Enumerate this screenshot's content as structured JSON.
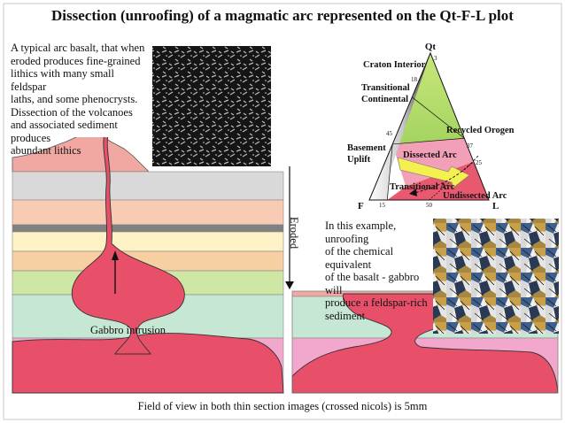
{
  "title": "Dissection (unroofing) of a magmatic arc represented on the Qt-F-L plot",
  "left_note": [
    "A typical arc basalt, that when",
    "eroded produces fine-grained",
    "lithics with many small feldspar",
    "laths, and some phenocrysts.",
    "Dissection of the volcanoes",
    "and associated sediment produces",
    "abundant lithics"
  ],
  "right_note": [
    "In this example, unroofing",
    "of the chemical equivalent",
    "of the basalt - gabbro will",
    "produce a feldspar-rich",
    "sediment"
  ],
  "intrusion_label": "Gabbro intrusion",
  "eroded_label": "Eroded",
  "caption": "Field of view in both thin section images (crossed nicols) is 5mm",
  "ternary": {
    "vertex_qt": "Qt",
    "vertex_f": "F",
    "vertex_l": "L",
    "fields": {
      "craton": "Craton Interior",
      "transitional_continental": [
        "Transitional",
        "Continental"
      ],
      "recycled_orogen": "Recycled Orogen",
      "basement_uplift": [
        "Basement",
        "Uplift"
      ],
      "dissected_arc": "Dissected Arc",
      "transitional_arc": "Transitional Arc",
      "undissected_arc": "Undissected Arc"
    },
    "ticks": {
      "t3": "3",
      "t18": "18",
      "t45": "45",
      "t37": "37",
      "t25": "25",
      "t15": "15",
      "t50": "50"
    }
  },
  "colors": {
    "magma": "#e8506a",
    "layer_grey": "#d9d9d9",
    "layer_peach": "#f8cbb5",
    "layer_dark": "#808080",
    "layer_cream": "#fcf2c6",
    "layer_orange": "#f8cfa2",
    "layer_green": "#cfe7a5",
    "layer_mint": "#c6e7d4",
    "layer_pink": "#f2a8cc",
    "tri_green": "#a6d85c",
    "tri_pink": "#f2a0b8",
    "tri_red": "#e8586e",
    "arrow_yellow": "#f4f050"
  }
}
